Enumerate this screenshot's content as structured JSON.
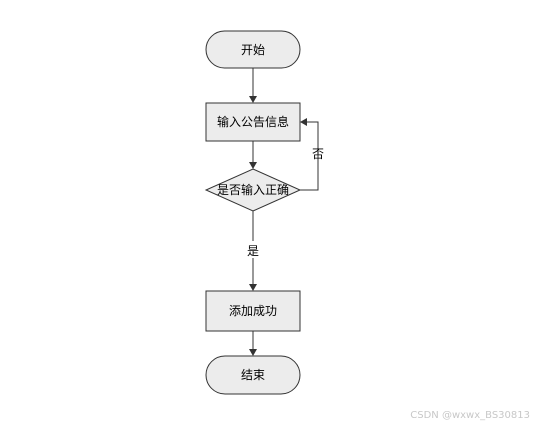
{
  "flowchart": {
    "start": "开始",
    "input": "输入公告信息",
    "decision": "是否输入正确",
    "no_label": "否",
    "yes_label": "是",
    "success": "添加成功",
    "end": "结束"
  },
  "watermark": "CSDN @wxwx_BS30813",
  "colors": {
    "shape_fill": "#ececec",
    "stroke": "#333333",
    "text": "#000000"
  }
}
